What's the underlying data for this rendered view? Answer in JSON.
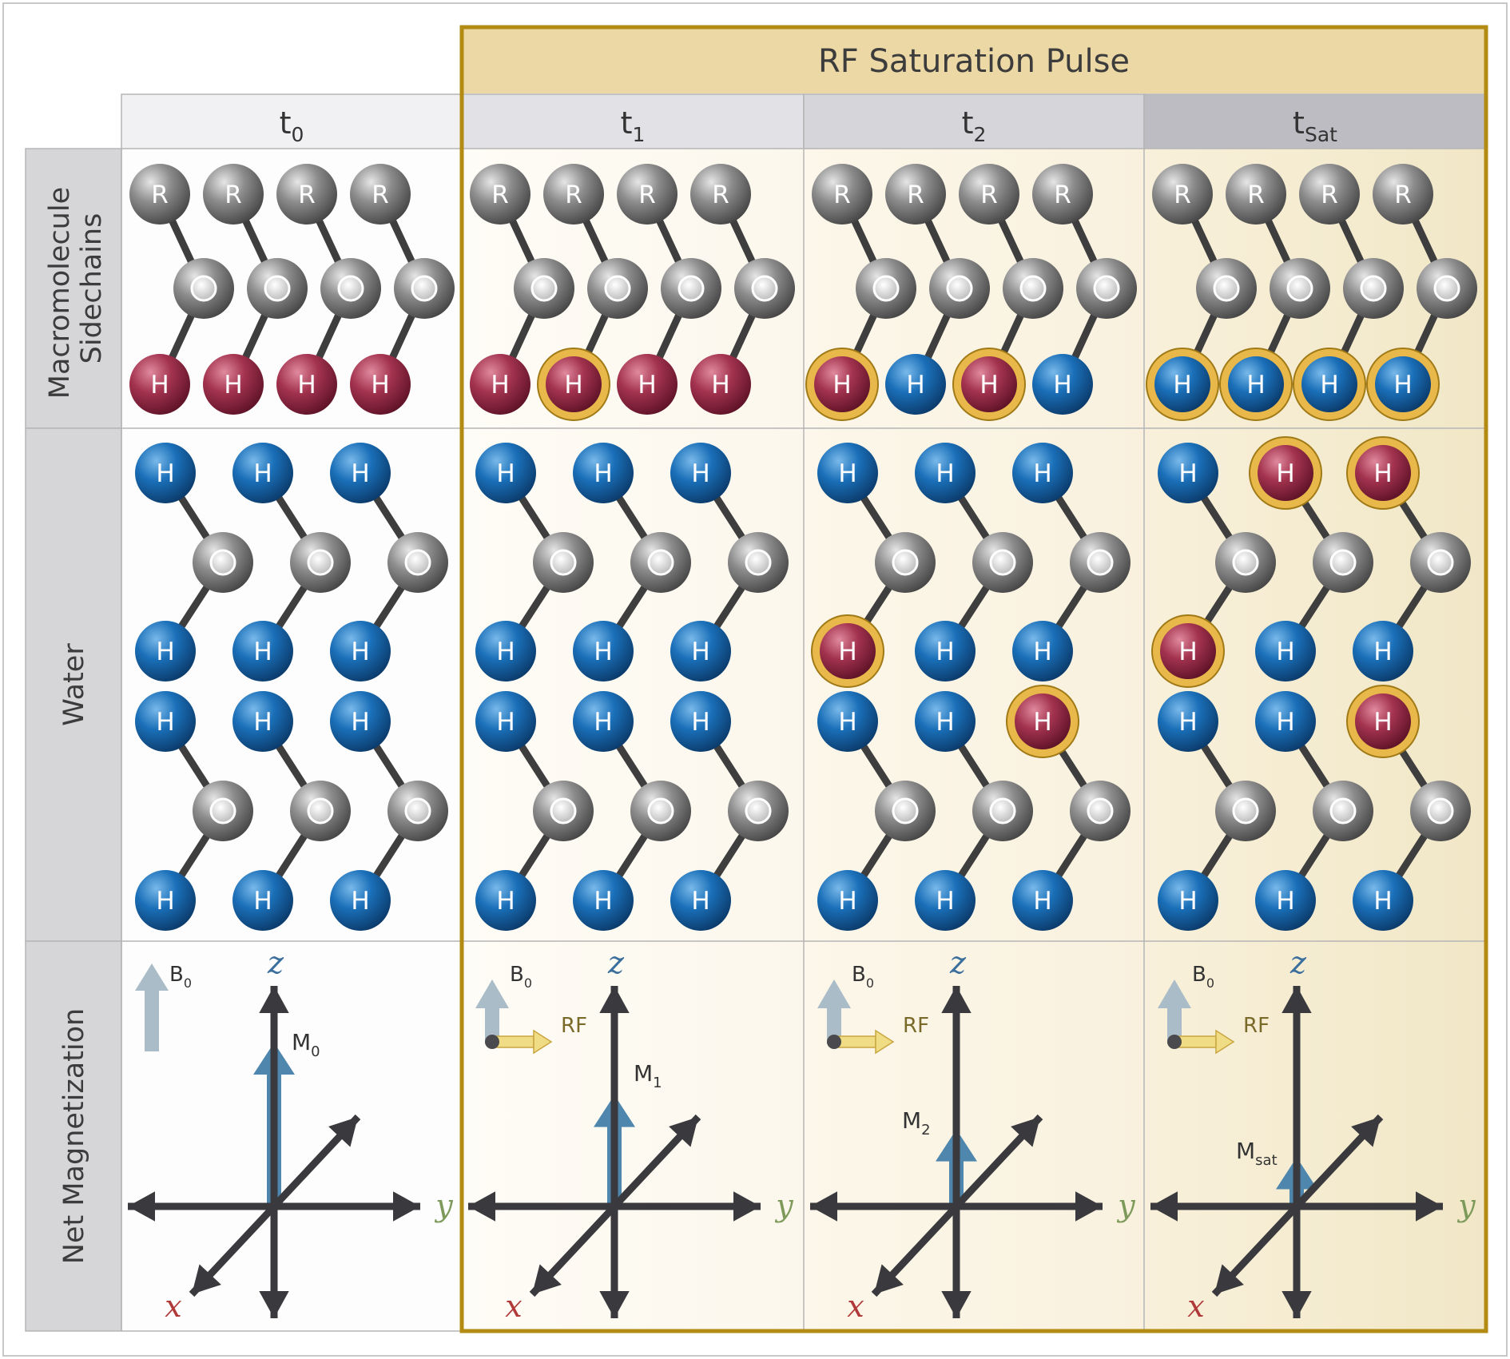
{
  "header": {
    "pulse_label": "RF Saturation Pulse",
    "columns": [
      {
        "base": "t",
        "sub": "0"
      },
      {
        "base": "t",
        "sub": "1"
      },
      {
        "base": "t",
        "sub": "2"
      },
      {
        "base": "t",
        "sub": "Sat"
      }
    ]
  },
  "rows": {
    "sidechains": [
      "Macromolecule",
      "Sidechains"
    ],
    "water": "Water",
    "magnetization": "Net Magnetization"
  },
  "atom_labels": {
    "r": "R",
    "h": "H"
  },
  "magnetization": {
    "b0": {
      "base": "B",
      "sub": "0"
    },
    "rf": "RF",
    "axes": {
      "z": "z",
      "y": "y",
      "x": "x"
    },
    "moments": [
      {
        "base": "M",
        "sub": "0",
        "level": 1.0
      },
      {
        "base": "M",
        "sub": "1",
        "level": 0.68
      },
      {
        "base": "M",
        "sub": "2",
        "level": 0.47
      },
      {
        "base": "M",
        "sub": "sat",
        "level": 0.3
      }
    ]
  },
  "proton_states": {
    "macromolecule": [
      [
        {
          "c": "red",
          "ring": false
        },
        {
          "c": "red",
          "ring": false
        },
        {
          "c": "red",
          "ring": false
        },
        {
          "c": "red",
          "ring": false
        }
      ],
      [
        {
          "c": "red",
          "ring": false
        },
        {
          "c": "red",
          "ring": true
        },
        {
          "c": "red",
          "ring": false
        },
        {
          "c": "red",
          "ring": false
        }
      ],
      [
        {
          "c": "red",
          "ring": true
        },
        {
          "c": "blue",
          "ring": false
        },
        {
          "c": "red",
          "ring": true
        },
        {
          "c": "blue",
          "ring": false
        }
      ],
      [
        {
          "c": "blue",
          "ring": true
        },
        {
          "c": "blue",
          "ring": true
        },
        {
          "c": "blue",
          "ring": true
        },
        {
          "c": "blue",
          "ring": true
        }
      ]
    ],
    "water": [
      [
        [
          {
            "c": "blue",
            "ring": false
          },
          {
            "c": "blue",
            "ring": false
          },
          {
            "c": "blue",
            "ring": false
          },
          {
            "c": "blue",
            "ring": false
          }
        ],
        [
          {
            "c": "blue",
            "ring": false
          },
          {
            "c": "blue",
            "ring": false
          },
          {
            "c": "blue",
            "ring": false
          },
          {
            "c": "blue",
            "ring": false
          }
        ],
        [
          {
            "c": "blue",
            "ring": false
          },
          {
            "c": "blue",
            "ring": false
          },
          {
            "c": "blue",
            "ring": false
          },
          {
            "c": "blue",
            "ring": false
          }
        ]
      ],
      [
        [
          {
            "c": "blue",
            "ring": false
          },
          {
            "c": "blue",
            "ring": false
          },
          {
            "c": "blue",
            "ring": false
          },
          {
            "c": "blue",
            "ring": false
          }
        ],
        [
          {
            "c": "blue",
            "ring": false
          },
          {
            "c": "blue",
            "ring": false
          },
          {
            "c": "blue",
            "ring": false
          },
          {
            "c": "blue",
            "ring": false
          }
        ],
        [
          {
            "c": "blue",
            "ring": false
          },
          {
            "c": "blue",
            "ring": false
          },
          {
            "c": "blue",
            "ring": false
          },
          {
            "c": "blue",
            "ring": false
          }
        ]
      ],
      [
        [
          {
            "c": "blue",
            "ring": false
          },
          {
            "c": "blue",
            "ring": false
          },
          {
            "c": "blue",
            "ring": false
          },
          {
            "c": "blue",
            "ring": false
          }
        ],
        [
          {
            "c": "red",
            "ring": true
          },
          {
            "c": "blue",
            "ring": false
          },
          {
            "c": "blue",
            "ring": false
          },
          {
            "c": "blue",
            "ring": false
          }
        ],
        [
          {
            "c": "blue",
            "ring": false
          },
          {
            "c": "blue",
            "ring": false
          },
          {
            "c": "red",
            "ring": true
          },
          {
            "c": "blue",
            "ring": false
          }
        ]
      ],
      [
        [
          {
            "c": "blue",
            "ring": false
          },
          {
            "c": "red",
            "ring": true
          },
          {
            "c": "red",
            "ring": true
          },
          {
            "c": "blue",
            "ring": false
          }
        ],
        [
          {
            "c": "red",
            "ring": true
          },
          {
            "c": "blue",
            "ring": false
          },
          {
            "c": "blue",
            "ring": false
          },
          {
            "c": "blue",
            "ring": false
          }
        ],
        [
          {
            "c": "blue",
            "ring": false
          },
          {
            "c": "blue",
            "ring": false
          },
          {
            "c": "red",
            "ring": true
          },
          {
            "c": "blue",
            "ring": false
          }
        ]
      ]
    ]
  },
  "colors": {
    "proton_red": "#a3334f",
    "proton_blue": "#1a6fb8",
    "oxygen_gray": "#8c8c8c",
    "ring_gold": "#e8b84a",
    "pulse_border": "#b38a12",
    "pulse_header": "#ecd8a4",
    "moment_blue": "#4e86ad",
    "b0_gray": "#a9bcc8",
    "rf_yellow": "#f1dc86",
    "axis_dark": "#3a3a3e",
    "x_label": "#b03a3a",
    "y_label": "#7e9a5a",
    "z_label": "#3a6e9c"
  }
}
